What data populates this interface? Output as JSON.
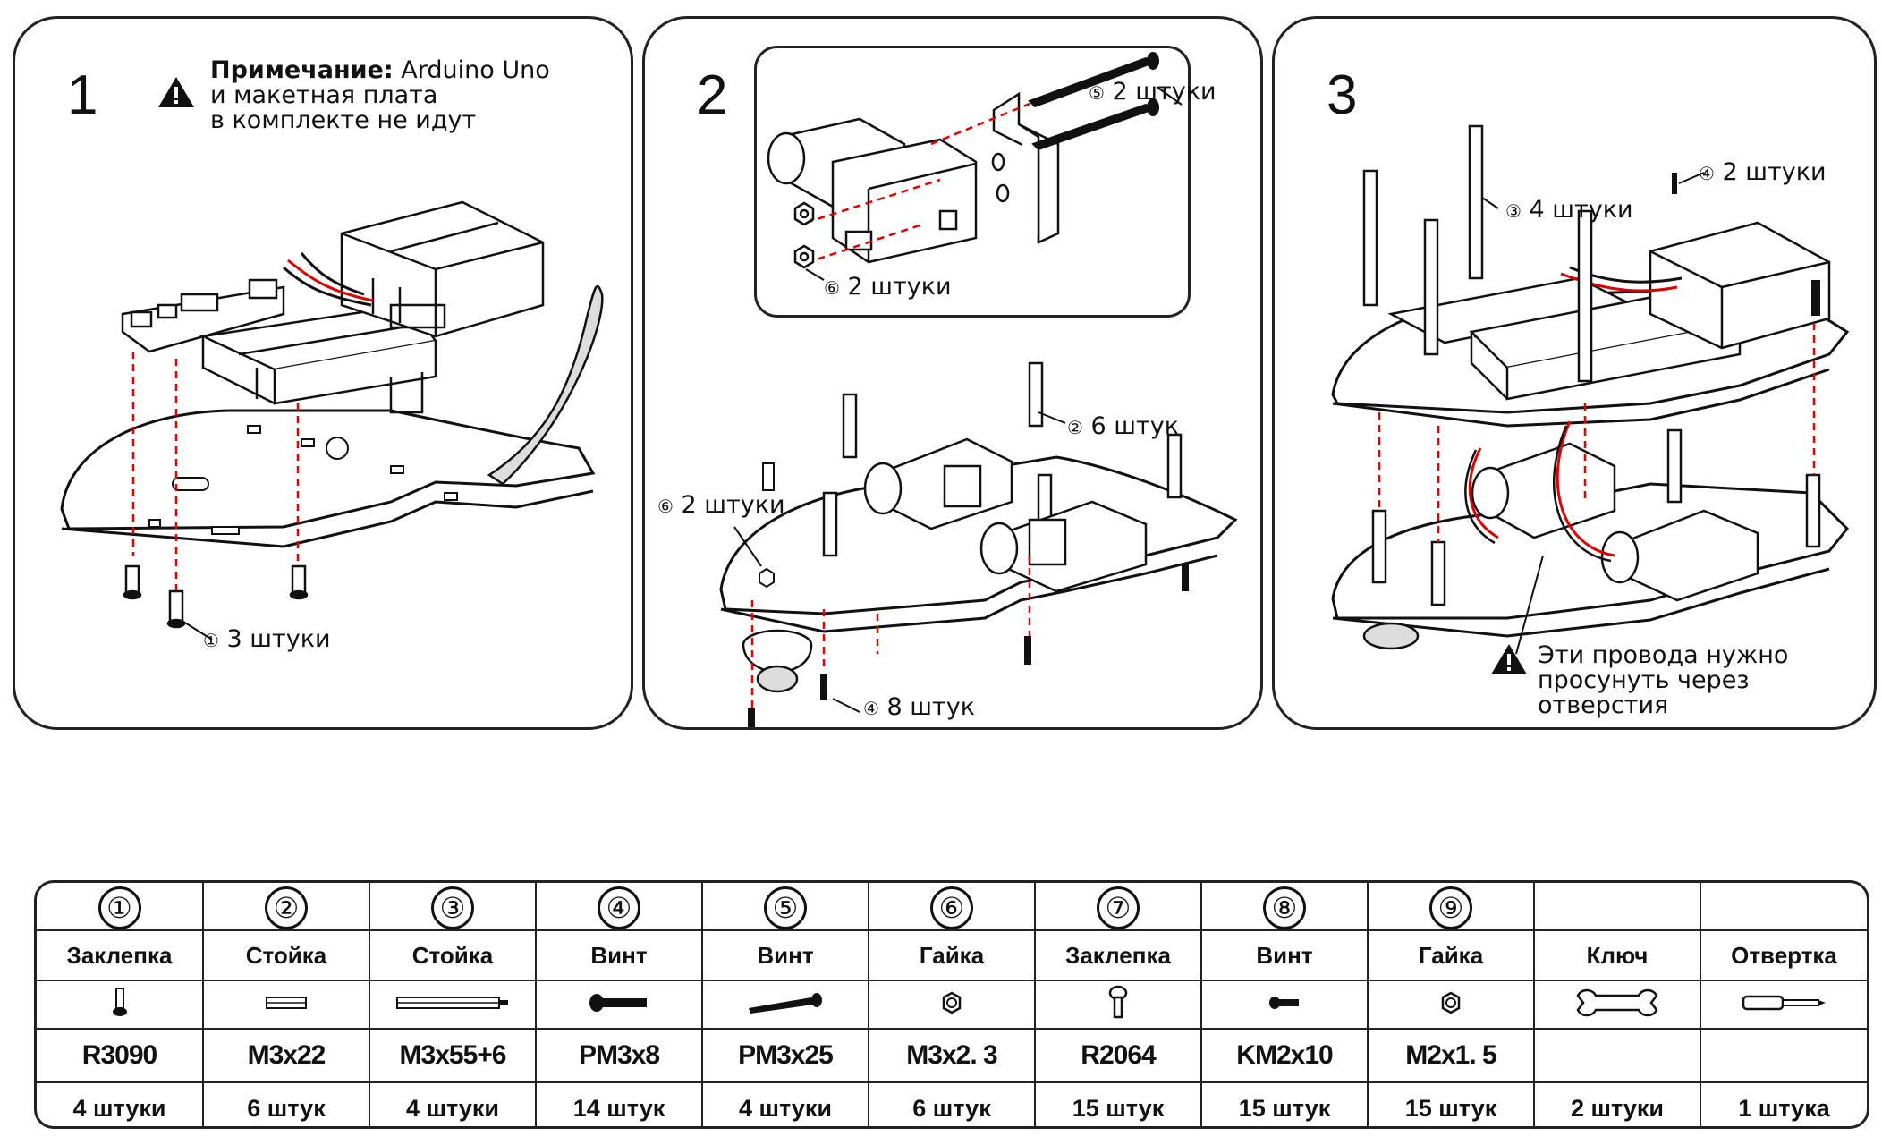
{
  "steps": [
    {
      "number": "1",
      "note_label": "Примечание:",
      "note_line1": "Arduino Uno",
      "note_line2": "и макетная плата",
      "note_line3": "в комплекте не идут",
      "callouts": [
        {
          "marker": "①",
          "text": "3 штуки"
        }
      ]
    },
    {
      "number": "2",
      "callouts": [
        {
          "marker": "⑤",
          "text": "2 штуки"
        },
        {
          "marker": "⑥",
          "text": "2 штуки"
        },
        {
          "marker": "②",
          "text": "6 штук"
        },
        {
          "marker": "⑥",
          "text": "2 штуки"
        },
        {
          "marker": "④",
          "text": "8 штук"
        }
      ]
    },
    {
      "number": "3",
      "callouts": [
        {
          "marker": "③",
          "text": "4 штуки"
        },
        {
          "marker": "④",
          "text": "2 штуки"
        }
      ],
      "warning_line1": "Эти провода нужно",
      "warning_line2": "просунуть через отверстия"
    }
  ],
  "parts_table": {
    "columns": [
      {
        "num": "①",
        "name": "Заклепка",
        "icon": "rivet-icon",
        "size": "R3090",
        "qty": "4 штуки"
      },
      {
        "num": "②",
        "name": "Стойка",
        "icon": "short-standoff-icon",
        "size": "M3x22",
        "qty": "6 штук"
      },
      {
        "num": "③",
        "name": "Стойка",
        "icon": "long-standoff-icon",
        "size": "M3x55+6",
        "qty": "4 штуки"
      },
      {
        "num": "④",
        "name": "Винт",
        "icon": "short-screw-icon",
        "size": "PM3x8",
        "qty": "14 штук"
      },
      {
        "num": "⑤",
        "name": "Винт",
        "icon": "long-screw-icon",
        "size": "PM3x25",
        "qty": "4 штуки"
      },
      {
        "num": "⑥",
        "name": "Гайка",
        "icon": "nut-icon",
        "size": "M3x2. 3",
        "qty": "6 штук"
      },
      {
        "num": "⑦",
        "name": "Заклепка",
        "icon": "rivet-r2064-icon",
        "size": "R2064",
        "qty": "15 штук"
      },
      {
        "num": "⑧",
        "name": "Винт",
        "icon": "small-screw-icon",
        "size": "KM2x10",
        "qty": "15 штук"
      },
      {
        "num": "⑨",
        "name": "Гайка",
        "icon": "small-nut-icon",
        "size": "M2x1. 5",
        "qty": "15 штук"
      },
      {
        "num": "",
        "name": "Ключ",
        "icon": "wrench-icon",
        "size": "",
        "qty": "2 штуки"
      },
      {
        "num": "",
        "name": "Отвертка",
        "icon": "screwdriver-icon",
        "size": "",
        "qty": "1 штука"
      }
    ]
  }
}
